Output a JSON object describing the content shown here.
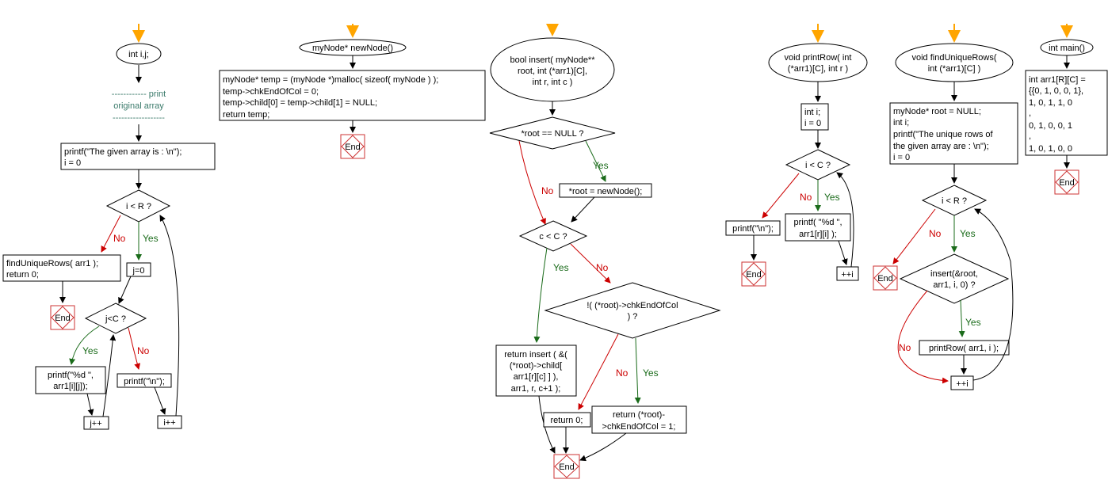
{
  "colors": {
    "start_arrow": "#ffa500",
    "yes_line": "#1a6b1a",
    "no_line": "#cc0000",
    "end_border": "#cc3333",
    "comment_text": "#3a7a6a"
  },
  "labels": {
    "yes": "Yes",
    "no": "No",
    "end": "End"
  },
  "main_flow": {
    "start": "int i,j;",
    "comment": [
      "------------ print",
      "original array",
      "------------------"
    ],
    "init": [
      "printf(\"The given array is :  \\n\");",
      "i = 0"
    ],
    "cond_i": "i < R ?",
    "exit": [
      "findUniqueRows( arr1 );",
      "return 0;"
    ],
    "j_init": "j=0",
    "cond_j": "j<C ?",
    "print_elem": [
      "printf(\"%d  \",",
      "arr1[i][j]);"
    ],
    "print_nl": "printf(\"\\n\");",
    "j_inc": "j++",
    "i_inc": "i++"
  },
  "newnode": {
    "start": "myNode* newNode()",
    "body": [
      "myNode* temp = (myNode *)malloc( sizeof( myNode ) );",
      "temp->chkEndOfCol = 0;",
      "temp->child[0] = temp->child[1] = NULL;",
      "return temp;"
    ]
  },
  "insert": {
    "start": [
      "bool insert( myNode**",
      "root, int (*arr1)[C],",
      "int r, int c )"
    ],
    "cond_root": "*root == NULL ?",
    "assign_root": "*root = newNode();",
    "cond_c": "c < C ?",
    "recurse": [
      "return insert ( &(",
      "(*root)->child[",
      "arr1[r][c] ] ),",
      "arr1, r, c+1 );"
    ],
    "cond_end": [
      "!( (*root)->chkEndOfCol",
      ") ?"
    ],
    "ret0": "return 0;",
    "ret_set": [
      "return (*root)-",
      ">chkEndOfCol = 1;"
    ]
  },
  "printrow": {
    "start": [
      "void printRow( int",
      "(*arr1)[C], int r )"
    ],
    "init": [
      "int i;",
      "i = 0"
    ],
    "cond": "i < C ?",
    "print_nl": "printf(\"\\n\");",
    "print_elem": [
      "printf( \"%d \",",
      "arr1[r][i] );"
    ],
    "inc": "++i"
  },
  "findunique": {
    "start": [
      "void findUniqueRows(",
      "int (*arr1)[C] )"
    ],
    "init": [
      "myNode* root = NULL;",
      "int i;",
      "printf(\"The unique rows of",
      "the given array are :  \\n\");",
      "i = 0"
    ],
    "cond": "i < R ?",
    "cond_insert": [
      "insert(&root,",
      "arr1, i, 0) ?"
    ],
    "call": "printRow( arr1, i );",
    "inc": "++i"
  },
  "main": {
    "start": "int main()",
    "body": [
      "int arr1[R][C] =",
      "{{0, 1, 0, 0, 1},",
      "1, 0, 1, 1, 0",
      ",",
      "0, 1, 0, 0, 1",
      ",",
      "1, 0, 1, 0, 0"
    ]
  }
}
